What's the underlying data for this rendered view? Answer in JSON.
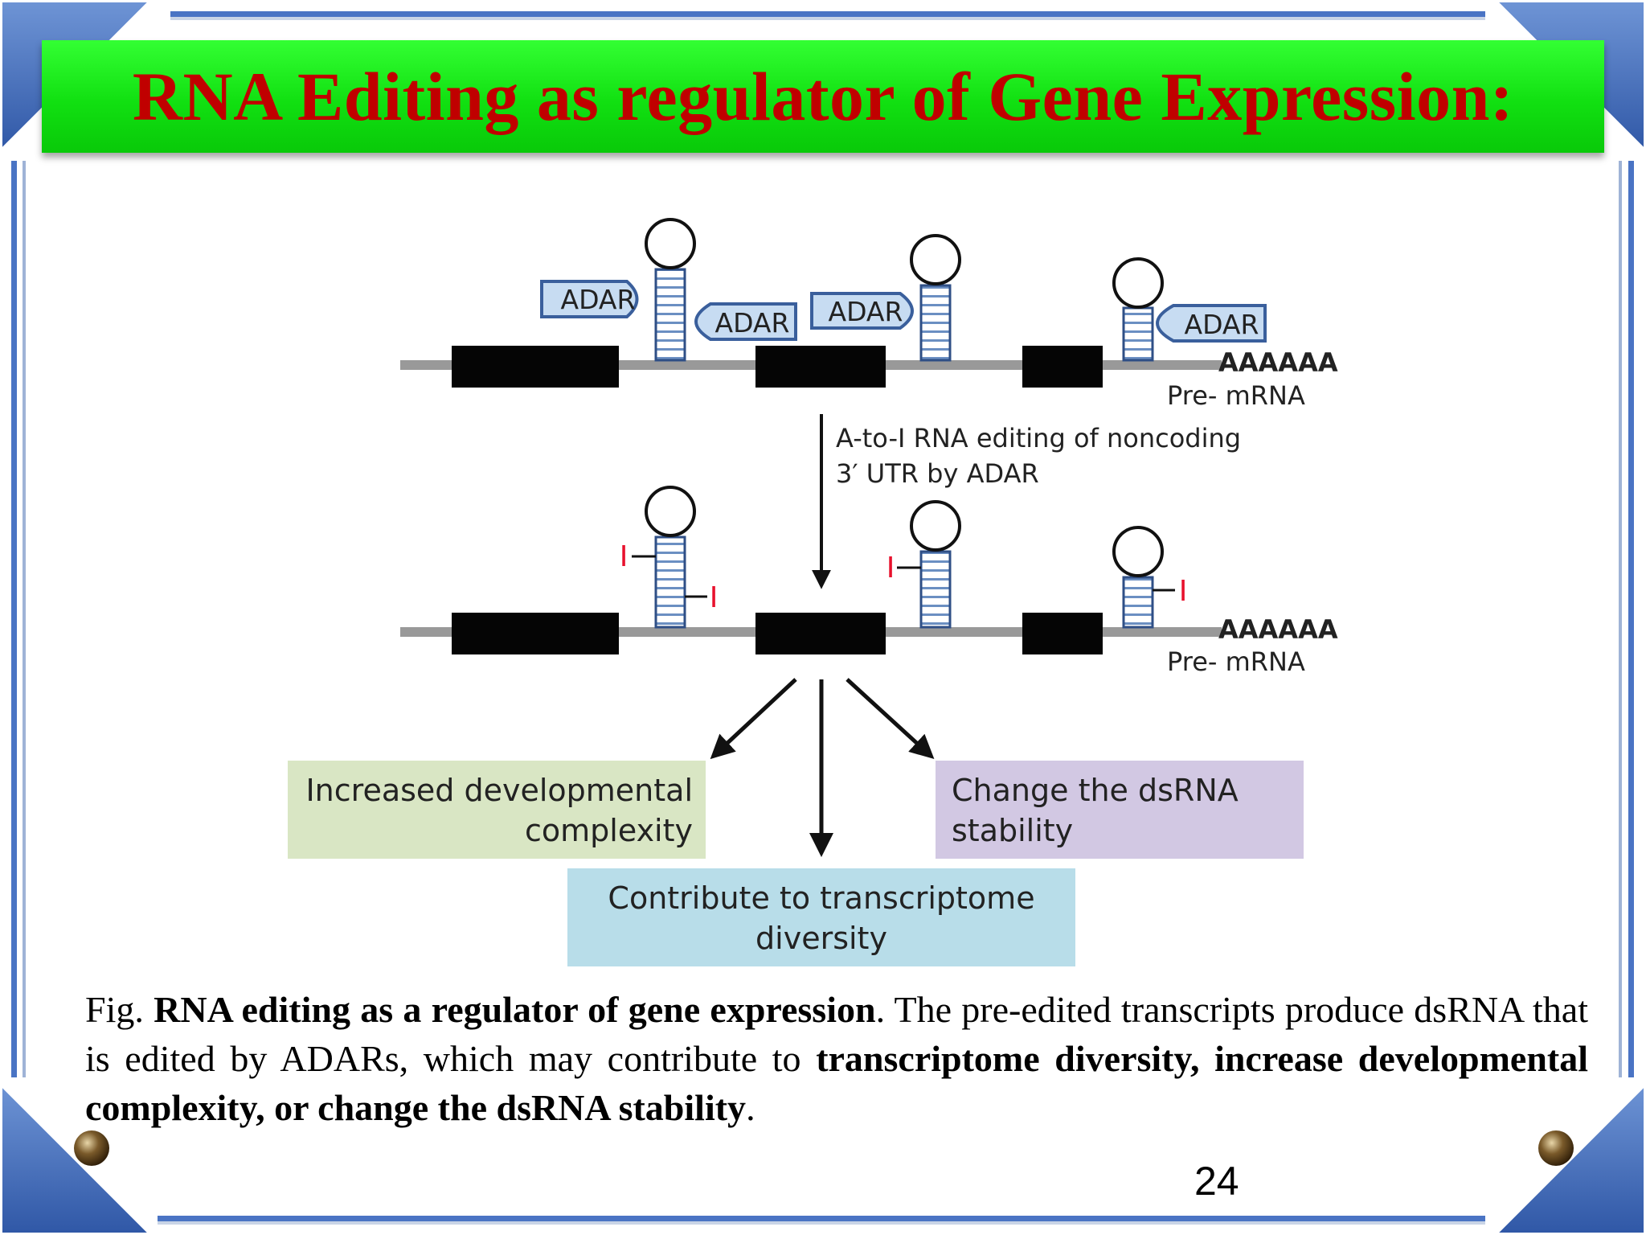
{
  "slide": {
    "title": "RNA Editing as regulator of Gene Expression:",
    "page_number": "24"
  },
  "diagram": {
    "adar_label": "ADAR",
    "polya_label": "AAAAAA",
    "premrna_label": "Pre- mRNA",
    "inosine_label": "I",
    "editing_step_line1": "A-to-I RNA editing of noncoding",
    "editing_step_line2": "3′ UTR by ADAR",
    "outcome_left_line1": "Increased developmental",
    "outcome_left_line2": "complexity",
    "outcome_right_line1": "Change the dsRNA",
    "outcome_right_line2": "stability",
    "outcome_center_line1": "Contribute to transcriptome",
    "outcome_center_line2": "diversity"
  },
  "caption": {
    "prefix": "Fig. ",
    "bold_title": "RNA editing as a regulator of gene expression",
    "middle": ". The pre-edited transcripts produce dsRNA that is edited by ADARs, which may contribute to ",
    "bold_outcomes": "transcriptome diversity, increase developmental complexity, or change the dsRNA stability",
    "suffix": "."
  },
  "colors": {
    "title_text": "#c00000",
    "title_bar": "#22ee22",
    "frame_blue": "#3a66b8",
    "adar_fill": "#c7dcf2",
    "adar_stroke": "#3a5f9c",
    "box_left": "#d9e6c4",
    "box_right": "#d2c8e3",
    "box_center": "#b8dde9",
    "inosine": "#e8112d"
  }
}
